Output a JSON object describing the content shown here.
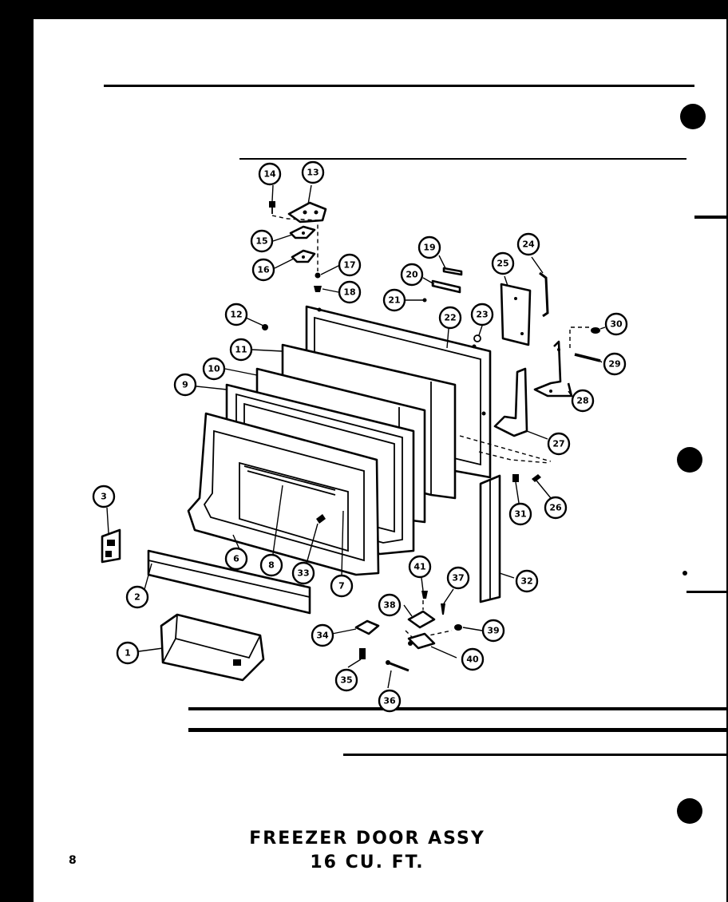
{
  "title": {
    "line1": "FREEZER DOOR ASSY",
    "line2": "16 CU. FT."
  },
  "page_number": "8",
  "part_callouts": [
    "1",
    "2",
    "3",
    "6",
    "7",
    "8",
    "8",
    "9",
    "10",
    "11",
    "12",
    "13",
    "14",
    "15",
    "16",
    "17",
    "18",
    "19",
    "20",
    "21",
    "22",
    "23",
    "24",
    "25",
    "26",
    "27",
    "28",
    "29",
    "30",
    "31",
    "32",
    "33",
    "34",
    "35",
    "36",
    "37",
    "38",
    "39",
    "40",
    "41"
  ],
  "colors": {
    "ink": "#000000",
    "paper": "#ffffff"
  }
}
